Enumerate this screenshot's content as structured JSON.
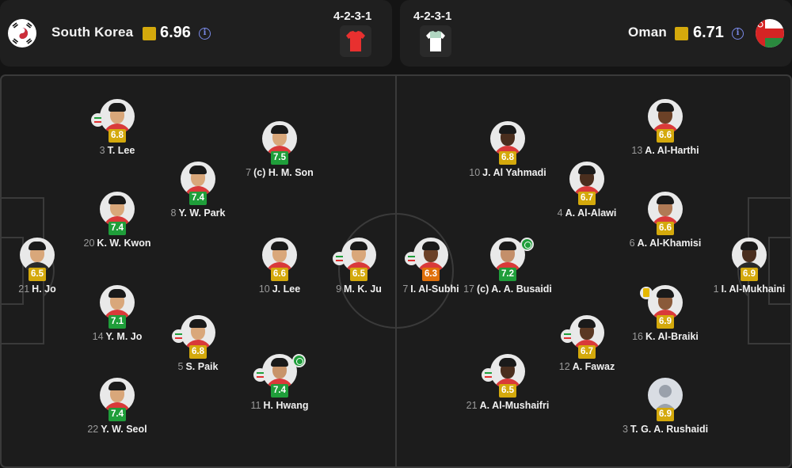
{
  "home": {
    "name": "South Korea",
    "rating": "6.96",
    "formation": "4-2-3-1",
    "flag_icon": "south-korea-flag-icon",
    "kit_color": "#e8302f",
    "players": [
      {
        "id": "tlee",
        "number": "3",
        "name": "T. Lee",
        "rating": "6.8",
        "tier": "gold",
        "skin": "#d9a77a",
        "shirt": "#d93a3a",
        "events": [
          "sub"
        ]
      },
      {
        "id": "son",
        "number": "7",
        "name": "(c) H. M. Son",
        "rating": "7.5",
        "tier": "green",
        "skin": "#d9a77a",
        "shirt": "#d93a3a",
        "events": []
      },
      {
        "id": "park",
        "number": "8",
        "name": "Y. W. Park",
        "rating": "7.4",
        "tier": "green",
        "skin": "#d9a77a",
        "shirt": "#d93a3a",
        "events": []
      },
      {
        "id": "kwon",
        "number": "20",
        "name": "K. W. Kwon",
        "rating": "7.4",
        "tier": "green",
        "skin": "#d9a77a",
        "shirt": "#d93a3a",
        "events": []
      },
      {
        "id": "hjo",
        "number": "21",
        "name": "H. Jo",
        "rating": "6.5",
        "tier": "gold",
        "skin": "#d9a77a",
        "shirt": "#2a2a2a",
        "events": []
      },
      {
        "id": "jlee",
        "number": "10",
        "name": "J. Lee",
        "rating": "6.6",
        "tier": "gold",
        "skin": "#d9a77a",
        "shirt": "#d93a3a",
        "events": []
      },
      {
        "id": "ju",
        "number": "9",
        "name": "M. K. Ju",
        "rating": "6.5",
        "tier": "gold",
        "skin": "#d9a77a",
        "shirt": "#d93a3a",
        "events": [
          "sub"
        ]
      },
      {
        "id": "ymjo",
        "number": "14",
        "name": "Y. M. Jo",
        "rating": "7.1",
        "tier": "green",
        "skin": "#d9a77a",
        "shirt": "#d93a3a",
        "events": []
      },
      {
        "id": "paik",
        "number": "5",
        "name": "S. Paik",
        "rating": "6.8",
        "tier": "gold",
        "skin": "#d9a77a",
        "shirt": "#d93a3a",
        "events": [
          "sub"
        ]
      },
      {
        "id": "hwang",
        "number": "11",
        "name": "H. Hwang",
        "rating": "7.4",
        "tier": "green",
        "skin": "#c8946a",
        "shirt": "#d93a3a",
        "events": [
          "sub",
          "goal"
        ]
      },
      {
        "id": "seol",
        "number": "22",
        "name": "Y. W. Seol",
        "rating": "7.4",
        "tier": "green",
        "skin": "#d9a77a",
        "shirt": "#d93a3a",
        "events": []
      }
    ]
  },
  "away": {
    "name": "Oman",
    "rating": "6.71",
    "formation": "4-2-3-1",
    "flag_icon": "oman-flag-icon",
    "kit_color": "#ffffff",
    "players": [
      {
        "id": "harthi",
        "number": "13",
        "name": "A. Al-Harthi",
        "rating": "6.6",
        "tier": "gold",
        "skin": "#6b4127",
        "shirt": "#d93a3a",
        "events": []
      },
      {
        "id": "yahmadi",
        "number": "10",
        "name": "J. Al Yahmadi",
        "rating": "6.8",
        "tier": "gold",
        "skin": "#4a2e1e",
        "shirt": "#d93a3a",
        "events": []
      },
      {
        "id": "alawi",
        "number": "4",
        "name": "A. Al-Alawi",
        "rating": "6.7",
        "tier": "gold",
        "skin": "#4a2e1e",
        "shirt": "#d93a3a",
        "events": []
      },
      {
        "id": "khamisi",
        "number": "6",
        "name": "A. Al-Khamisi",
        "rating": "6.6",
        "tier": "gold",
        "skin": "#b07a55",
        "shirt": "#d93a3a",
        "events": []
      },
      {
        "id": "subhi",
        "number": "7",
        "name": "I. Al-Subhi",
        "rating": "6.3",
        "tier": "orange",
        "skin": "#6b4127",
        "shirt": "#d93a3a",
        "events": [
          "sub"
        ]
      },
      {
        "id": "busaidi",
        "number": "17",
        "name": "(c) A. A. Busaidi",
        "rating": "7.2",
        "tier": "green",
        "skin": "#c48f6a",
        "shirt": "#d93a3a",
        "events": [
          "goal"
        ]
      },
      {
        "id": "mukhaini",
        "number": "1",
        "name": "I. Al-Mukhaini",
        "rating": "6.9",
        "tier": "gold",
        "skin": "#4a2e1e",
        "shirt": "#2a2a2a",
        "events": []
      },
      {
        "id": "braiki",
        "number": "16",
        "name": "K. Al-Braiki",
        "rating": "6.9",
        "tier": "gold",
        "skin": "#8a5a3a",
        "shirt": "#d93a3a",
        "events": [
          "card"
        ]
      },
      {
        "id": "fawaz",
        "number": "12",
        "name": "A. Fawaz",
        "rating": "6.7",
        "tier": "gold",
        "skin": "#5a3823",
        "shirt": "#d93a3a",
        "events": [
          "sub"
        ]
      },
      {
        "id": "mushaifri",
        "number": "21",
        "name": "A. Al-Mushaifri",
        "rating": "6.5",
        "tier": "gold",
        "skin": "#4a2e1e",
        "shirt": "#d93a3a",
        "events": [
          "sub"
        ]
      },
      {
        "id": "rushaidi",
        "number": "3",
        "name": "T. G. A. Rushaidi",
        "rating": "6.9",
        "tier": "gold",
        "skin": "",
        "shirt": "",
        "events": [],
        "generic": true
      }
    ]
  },
  "icons": {
    "info": "info-icon",
    "sub": "substitution-icon",
    "goal": "goal-icon",
    "card": "yellow-card-icon",
    "info_glyph": "i"
  },
  "colors": {
    "rating_gold": "#d4a90c",
    "rating_green": "#1f9e3a",
    "rating_orange": "#e0700a"
  }
}
